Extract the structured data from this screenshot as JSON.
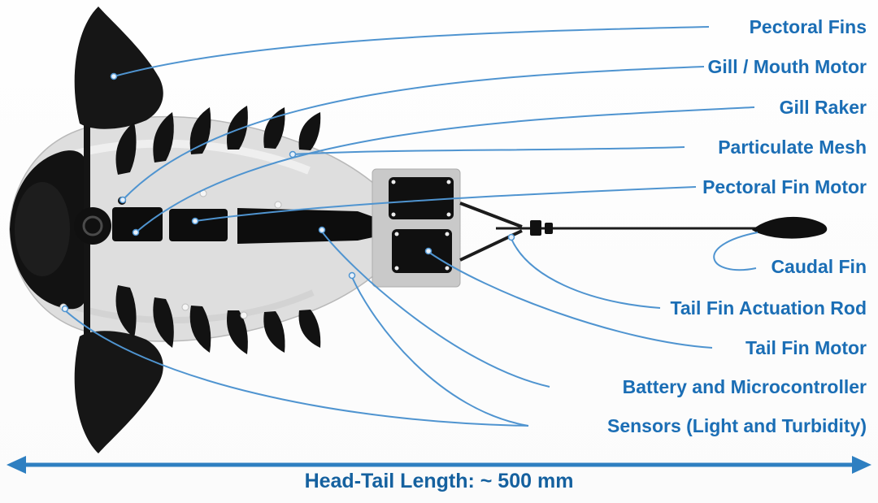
{
  "figure": {
    "labels": [
      {
        "id": "pectoral-fins",
        "text": "Pectoral Fins"
      },
      {
        "id": "gill-mouth-motor",
        "text": "Gill / Mouth Motor"
      },
      {
        "id": "gill-raker",
        "text": "Gill Raker"
      },
      {
        "id": "particulate-mesh",
        "text": "Particulate Mesh"
      },
      {
        "id": "pectoral-fin-motor",
        "text": "Pectoral Fin Motor"
      },
      {
        "id": "caudal-fin",
        "text": "Caudal Fin"
      },
      {
        "id": "tail-fin-actuation-rod",
        "text": "Tail Fin Actuation Rod"
      },
      {
        "id": "tail-fin-motor",
        "text": "Tail Fin Motor"
      },
      {
        "id": "battery-microcontroller",
        "text": "Battery and Microcontroller"
      },
      {
        "id": "sensors",
        "text": "Sensors (Light and Turbidity)"
      }
    ],
    "dimension_label": "Head-Tail Length: ~ 500 mm",
    "colors": {
      "label_text": "#1b6eb5",
      "leader_line": "#4f94d0",
      "dimension": "#15619f"
    }
  }
}
